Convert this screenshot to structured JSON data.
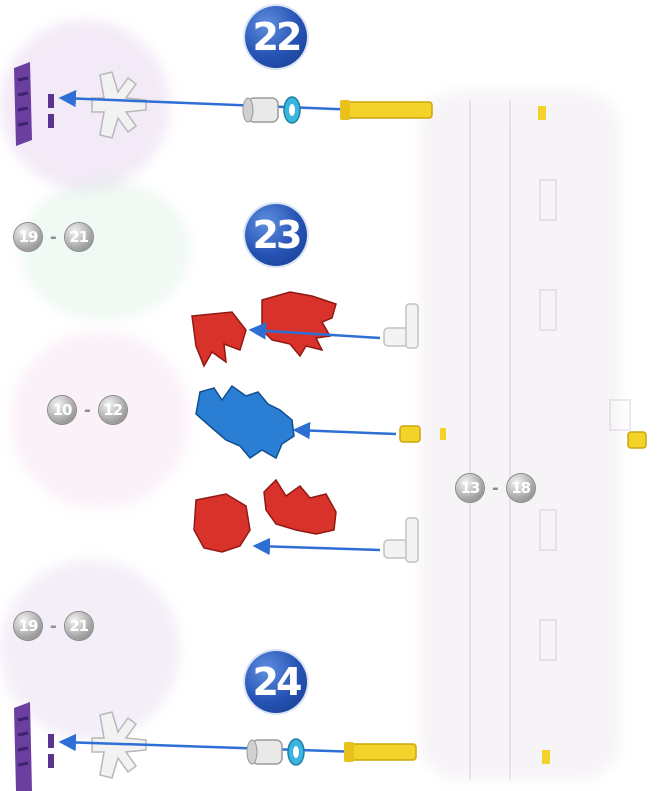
{
  "steps": [
    {
      "label": "22"
    },
    {
      "label": "23"
    },
    {
      "label": "24"
    }
  ],
  "ranges": [
    {
      "from": "19",
      "dash": "-",
      "to": "21"
    },
    {
      "from": "10",
      "dash": "-",
      "to": "12"
    },
    {
      "from": "13",
      "dash": "-",
      "to": "18"
    },
    {
      "from": "19",
      "dash": "-",
      "to": "21"
    }
  ],
  "colors": {
    "step_badge": "#2552b3",
    "arrow": "#2e6fd6",
    "red_part": "#d8322a",
    "blue_part": "#2a7fd4",
    "purple_part": "#6a3fa0",
    "yellow_rod": "#f3d22a",
    "cyan_spacer": "#38b6e0",
    "grey_coin": "#a8a8a8"
  }
}
